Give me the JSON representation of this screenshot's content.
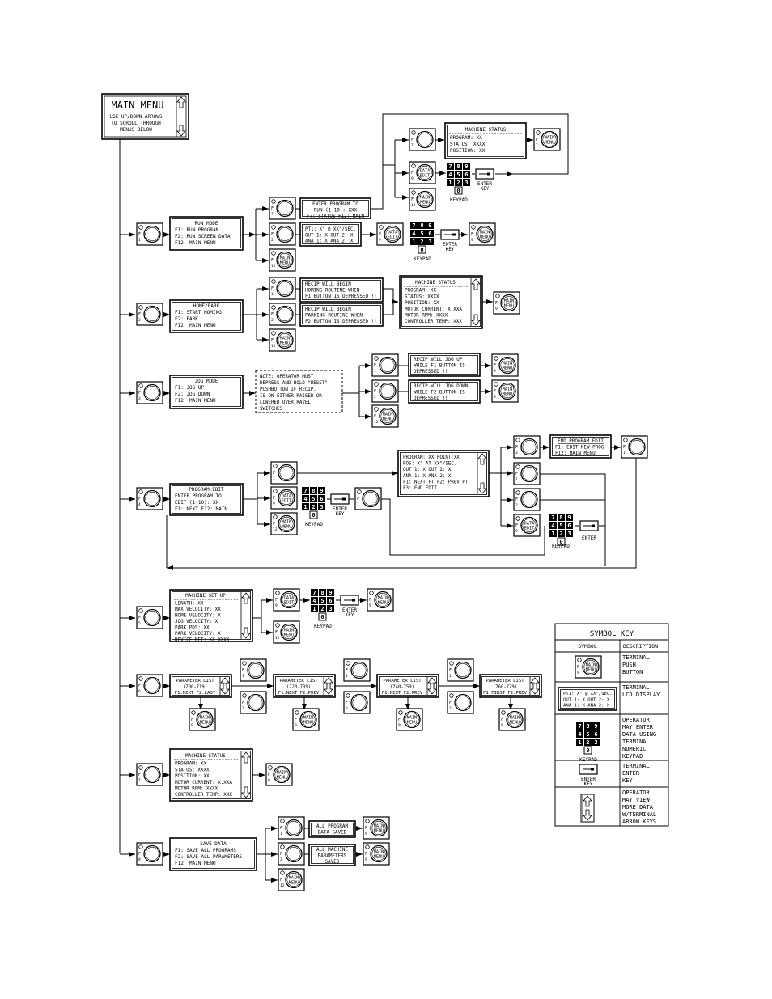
{
  "main_menu": {
    "title": "MAIN MENU",
    "lines": [
      "USE UP/DOWN ARROWS",
      "TO SCROLL THROUGH",
      "MENUS BELOW"
    ]
  },
  "labels": {
    "keypad": "KEYPAD",
    "enter_key": [
      "ENTER",
      "KEY"
    ],
    "enter": "ENTER",
    "btn_main": [
      "MAIN",
      "MENU"
    ],
    "btn_data": [
      "DATA",
      "EDIT"
    ],
    "key_digits": [
      "7",
      "8",
      "9",
      "4",
      "5",
      "6",
      "1",
      "2",
      "3",
      "0"
    ],
    "f_numbers": [
      "1",
      "2",
      "3",
      "4",
      "5",
      "6",
      "7",
      "8",
      "9",
      "12"
    ]
  },
  "menus": {
    "run_mode": [
      "RUN MODE",
      "F1: RUN PROGRAM",
      "F2: RUN SCREEN DATA",
      "F12: MAIN MENU"
    ],
    "run_enter": [
      "ENTER PROGRAM TO",
      "RUN (1-10): XXX",
      "F7: STATUS   F12: MAIN"
    ],
    "run_status": [
      "MACHINE STATUS",
      "PROGRAM: XX",
      "STATUS: XXXX",
      "POSITION: XX"
    ],
    "run_screen": [
      "PT1: X\" @ XX\"/SEC.",
      "OUT 1: X  OUT 2: X",
      "ANA 1: X  ANA 2: X"
    ],
    "home_park": [
      "HOME/PARK",
      "F1: START HOMING",
      "F2: PARK",
      "F12: MAIN MENU"
    ],
    "home_begin": [
      "RECIP WILL BEGIN",
      "HOMING ROUTINE WHEN",
      "F1 BUTTON IS DEPRESSED !!"
    ],
    "park_begin": [
      "RECIP WILL BEGIN",
      "PARKING ROUTINE WHEN",
      "F2 BUTTON IS DEPRESSED !!"
    ],
    "home_status": [
      "MACHINE STATUS",
      "PROGRAM: XX",
      "STATUS: XXXX",
      "POSITION: XX",
      "MOTOR CURRENT: X.XXA",
      "MOTOR RPM: XXXX",
      "CONTROLLER TEMP: XXX"
    ],
    "jog_mode": [
      "JOG MODE",
      "F1: JOG UP",
      "F2: JOG DOWN",
      "F12: MAIN MENU"
    ],
    "jog_note": [
      "NOTE: OPERATOR MUST",
      "DEPRESS AND HOLD \"RESET\"",
      "PUSHBUTTON IF RECIP.",
      "IS ON EITHER RAISED OR",
      "LOWERED OVERTRAVEL",
      "SWITCHES"
    ],
    "jog_up": [
      "RECIP WILL JOG UP",
      "WHILE F1 BUTTON IS",
      "DEPRESSED !!"
    ],
    "jog_down": [
      "RECIP WILL JOG DOWN",
      "WHILE F2 BUTTON IS",
      "DEPRESSED !!"
    ],
    "program_edit": [
      "PROGRAM EDIT",
      "ENTER PROGRAM TO",
      "EDIT (1-10): XX",
      "F1: NEXT   F12: MAIN"
    ],
    "point_edit": [
      "PROGRAM: XX   POINT:XX",
      "POS: X\" AT XX\"/SEC.",
      "OUT 1: X  OUT 2: X",
      "ANA 1: X  ANA 2: X",
      "F1: NEXT PT  F2: PREV PT",
      "F3: END EDIT"
    ],
    "end_edit": [
      "END PROGRAM EDIT",
      "F1: EDIT NEW PROG",
      "F12: MAIN MENU"
    ],
    "machine_setup": [
      "MACHINE SET UP",
      "LENGTH: XX",
      "MAX VELOCITY: XX",
      "HOME VELOCITY: X",
      "JOG VELOCITY: X",
      "PARK POS: XX",
      "PARK VELOCITY: X",
      "DEVICE NET: XX XXXX"
    ],
    "param_1": [
      "PARAMETER LIST",
      "(700-719)",
      "F1:NEXT F2:LAST"
    ],
    "param_2": [
      "PARAMETER LIST",
      "(720-739)",
      "F1:NEXT F2:PREV"
    ],
    "param_3": [
      "PARAMETER LIST",
      "(740-759)",
      "F1:NEXT F2:PREV"
    ],
    "param_4": [
      "PARAMETER LIST",
      "(760-779)",
      "F1:FIRST F2:PREV"
    ],
    "machine_status": [
      "MACHINE STATUS",
      "PROGRAM: XX",
      "STATUS: XXXX",
      "POSITION: XX",
      "MOTOR CURRENT: X.XXA",
      "MOTOR RPM: XXXX",
      "CONTROLLER TEMP: XXX"
    ],
    "save_data": [
      "SAVE DATA",
      "F1: SAVE ALL PROGRAMS",
      "F2: SAVE ALL PARAMETERS",
      "F12: MAIN MENU"
    ],
    "saved_prog": [
      "ALL PROGRAM",
      "DATA SAVED"
    ],
    "saved_param": [
      "ALL MACHINE",
      "PARAMETERS",
      "SAVED"
    ]
  },
  "symbol_key": {
    "title": "SYMBOL KEY",
    "col_symbol": "SYMBOL",
    "col_description": "DESCRIPTION",
    "rows": [
      [
        "TERMINAL",
        "PUSH",
        "BUTTON"
      ],
      [
        "TERMINAL",
        "LCD DISPLAY"
      ],
      [
        "OPERATOR",
        "MAY ENTER",
        "DATA USING",
        "TERMINAL",
        "NUMERIC",
        "KEYPAD"
      ],
      [
        "TERMINAL",
        "ENTER",
        "KEY"
      ],
      [
        "OPERATOR",
        "MAY VIEW",
        "MORE DATA",
        "W/TERMINAL",
        "ARROW KEYS"
      ]
    ],
    "lcd_sample": [
      "PT1: X\" @ XX\"/SEC.",
      "OUT 1: X  OUT 2: X",
      "ANA 1: X  ANA 2: X"
    ]
  }
}
